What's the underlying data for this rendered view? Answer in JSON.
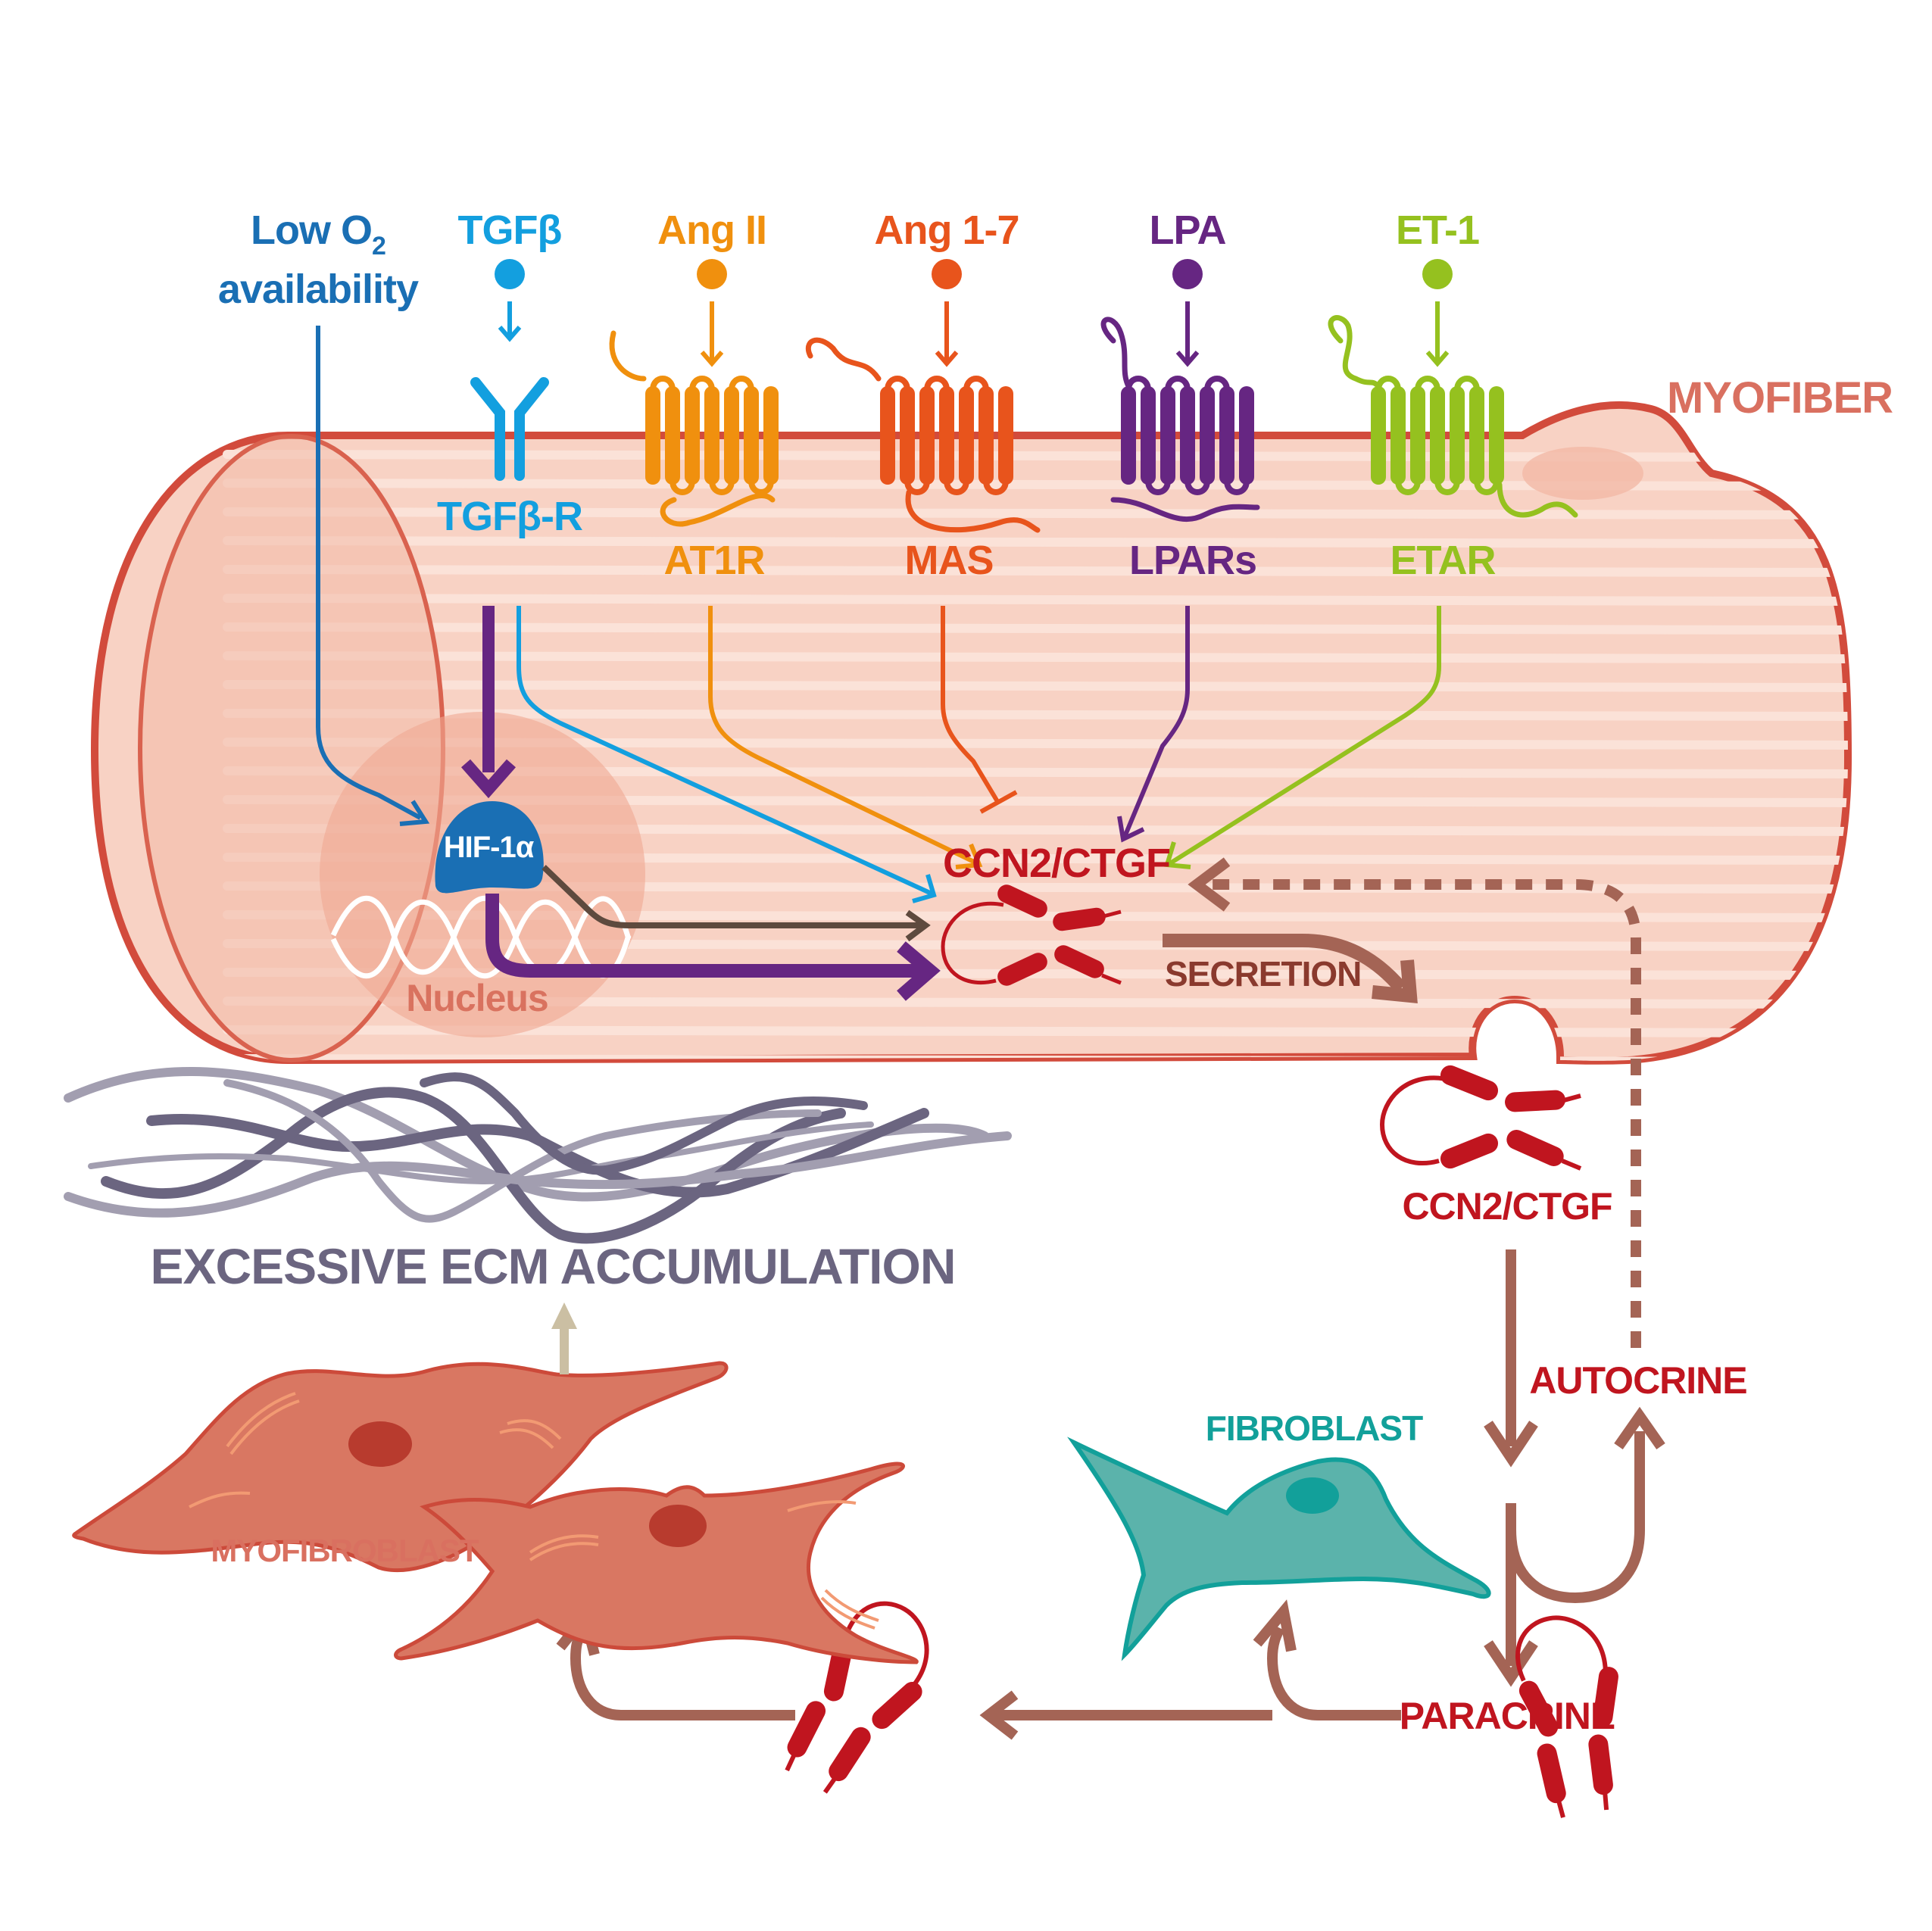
{
  "title": "CCN2/CTGF signaling in myofiber and fibrosis",
  "colors": {
    "low_o2": "#1a6fb4",
    "tgfb": "#139fdf",
    "ang2": "#f0900e",
    "ang17": "#e8541c",
    "lpa": "#662682",
    "et1": "#95c11f",
    "ccn2": "#c0151f",
    "brown_arrow": "#a46455",
    "dark_arrow": "#5e4a3e",
    "myofiber_fill": "#f8d2c4",
    "myofiber_stroke": "#d24b3c",
    "ecm": "#6b6580",
    "ecm_light": "#a29eb0",
    "myofibroblast": "#d97762",
    "fibroblast": "#5bb3ab",
    "fibroblast_nucleus": "#12a09a",
    "nucleus": "#f0a892",
    "ecm_up_arrow": "#cbbfa3"
  },
  "ligands": [
    {
      "id": "low_o2",
      "label_line1": "Low O",
      "subscript": "2",
      "label_line2": "availability"
    },
    {
      "id": "tgfb",
      "label": "TGFβ",
      "receptor": "TGFβ-R"
    },
    {
      "id": "ang2",
      "label": "Ang II",
      "receptor": "AT1R"
    },
    {
      "id": "ang17",
      "label": "Ang 1-7",
      "receptor": "MAS"
    },
    {
      "id": "lpa",
      "label": "LPA",
      "receptor": "LPARs"
    },
    {
      "id": "et1",
      "label": "ET-1",
      "receptor": "ETAR"
    }
  ],
  "labels": {
    "myofiber": "MYOFIBER",
    "hif": "HIF-1α",
    "nucleus": "Nucleus",
    "ccn2_inside": "CCN2/CTGF",
    "secretion": "SECRETION",
    "ccn2_outside": "CCN2/CTGF",
    "autocrine": "AUTOCRINE",
    "paracrine": "PARACRINE",
    "fibroblast": "FIBROBLAST",
    "myofibroblast": "MYOFIBROBLAST",
    "ecm": "EXCESSIVE ECM ACCUMULATION"
  },
  "pathways": [
    {
      "from": "Low O2 availability",
      "to": "HIF-1α",
      "effect": "activates"
    },
    {
      "from": "TGFβ-R",
      "to": "HIF-1α",
      "effect": "activates"
    },
    {
      "from": "TGFβ-R",
      "to": "CCN2/CTGF",
      "effect": "activates"
    },
    {
      "from": "AT1R",
      "to": "CCN2/CTGF",
      "effect": "activates"
    },
    {
      "from": "MAS",
      "to": "CCN2/CTGF",
      "effect": "inhibits"
    },
    {
      "from": "LPARs",
      "to": "CCN2/CTGF",
      "effect": "activates"
    },
    {
      "from": "ETAR",
      "to": "CCN2/CTGF",
      "effect": "activates"
    },
    {
      "from": "HIF-1α",
      "to": "CCN2/CTGF",
      "effect": "activates"
    },
    {
      "from": "CCN2/CTGF",
      "to": "extracellular CCN2/CTGF",
      "effect": "secretion"
    },
    {
      "from": "extracellular CCN2/CTGF",
      "to": "myofiber",
      "effect": "autocrine"
    },
    {
      "from": "extracellular CCN2/CTGF",
      "to": "fibroblast",
      "effect": "paracrine"
    },
    {
      "from": "fibroblast",
      "to": "myofibroblast",
      "effect": "differentiation"
    },
    {
      "from": "myofibroblast",
      "to": "ECM",
      "effect": "excessive accumulation"
    }
  ]
}
